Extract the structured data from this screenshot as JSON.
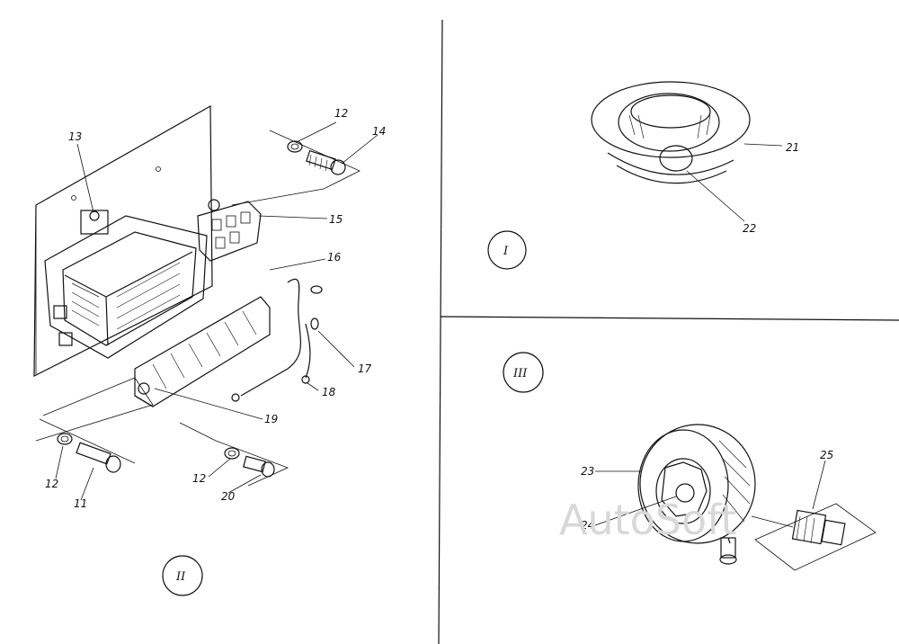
{
  "panels": {
    "left": {
      "roman": "II"
    },
    "top_right": {
      "roman": "I"
    },
    "bottom_right": {
      "roman": "III"
    }
  },
  "callouts": [
    {
      "id": "c13",
      "text": "13"
    },
    {
      "id": "c12a",
      "text": "12"
    },
    {
      "id": "c14",
      "text": "14"
    },
    {
      "id": "c15",
      "text": "15"
    },
    {
      "id": "c16",
      "text": "16"
    },
    {
      "id": "c17",
      "text": "17"
    },
    {
      "id": "c18",
      "text": "18"
    },
    {
      "id": "c19",
      "text": "19"
    },
    {
      "id": "c12b",
      "text": "12"
    },
    {
      "id": "c11",
      "text": "11"
    },
    {
      "id": "c12c",
      "text": "12"
    },
    {
      "id": "c20",
      "text": "20"
    },
    {
      "id": "c21",
      "text": "21"
    },
    {
      "id": "c22",
      "text": "22"
    },
    {
      "id": "c23",
      "text": "23"
    },
    {
      "id": "c24",
      "text": "24"
    },
    {
      "id": "c25",
      "text": "25"
    }
  ],
  "watermark": "AutoSoft"
}
